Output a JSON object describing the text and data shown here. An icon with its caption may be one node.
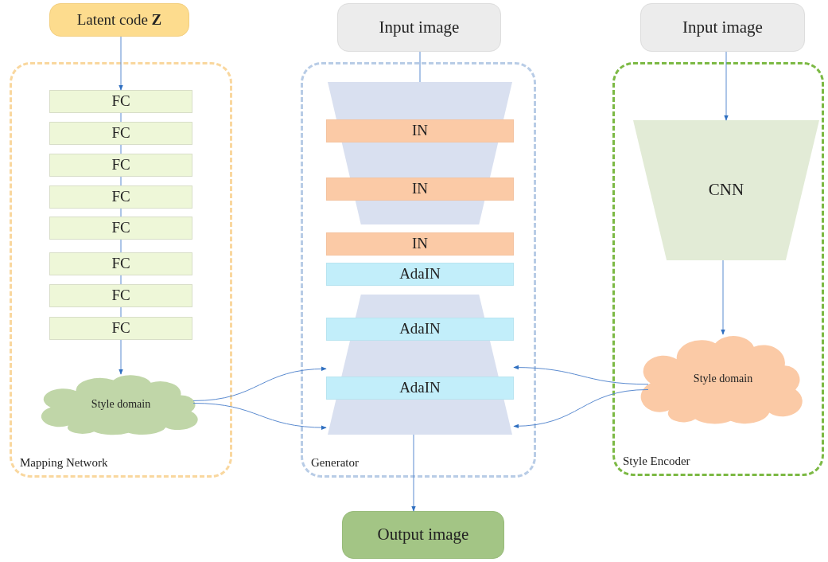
{
  "diagram": {
    "nodes": [
      {
        "text": [
          "Latent code **Z**"
        ]
      },
      {
        "text": [
          "Mapping Network"
        ]
      },
      {
        "text": [
          "FC"
        ],
        "in": 1
      },
      {
        "text": [
          "FC"
        ],
        "in": 1
      },
      {
        "text": [
          "FC"
        ],
        "in": 1
      },
      {
        "text": [
          "FC"
        ],
        "in": 1
      },
      {
        "text": [
          "FC"
        ],
        "in": 1
      },
      {
        "text": [
          "FC"
        ],
        "in": 1
      },
      {
        "text": [
          "FC"
        ],
        "in": 1
      },
      {
        "text": [
          "FC"
        ],
        "in": 1
      },
      {
        "text": [
          "Style domain"
        ],
        "in": 1
      },
      {
        "text": [
          "Input image"
        ]
      },
      {
        "text": [
          "Generator"
        ]
      },
      {
        "text": [],
        "shape": "trapezoid",
        "in": 12
      },
      {
        "text": [
          "IN"
        ],
        "in": 13
      },
      {
        "text": [
          "IN"
        ],
        "in": 13
      },
      {
        "text": [
          "IN"
        ],
        "in": 12
      },
      {
        "text": [
          "AdaIN"
        ],
        "in": 12
      },
      {
        "text": [],
        "shape": "trapezoid",
        "in": 12
      },
      {
        "text": [
          "AdaIN"
        ],
        "in": 18
      },
      {
        "text": [
          "AdaIN"
        ],
        "in": 18
      },
      {
        "text": [
          "Output image"
        ]
      },
      {
        "text": [
          "Input image"
        ]
      },
      {
        "text": [
          "Style Encoder"
        ]
      },
      {
        "text": [
          "CNN"
        ],
        "in": 23
      },
      {
        "text": [
          "Style domain"
        ],
        "in": 23
      }
    ],
    "edges": [
      {
        "from": 0,
        "to": 2,
        "arrow": "to"
      },
      {
        "from": 2,
        "to": 3,
        "arrow": "none"
      },
      {
        "from": 3,
        "to": 4,
        "arrow": "none"
      },
      {
        "from": 4,
        "to": 5,
        "arrow": "none"
      },
      {
        "from": 5,
        "to": 6,
        "arrow": "none"
      },
      {
        "from": 6,
        "to": 7,
        "arrow": "none"
      },
      {
        "from": 7,
        "to": 8,
        "arrow": "none"
      },
      {
        "from": 8,
        "to": 9,
        "arrow": "none"
      },
      {
        "from": 9,
        "to": 10,
        "arrow": "to"
      },
      {
        "from": 10,
        "to": 18,
        "arrow": "to"
      },
      {
        "from": 10,
        "to": 18,
        "arrow": "to"
      },
      {
        "from": 11,
        "to": 13,
        "arrow": "none"
      },
      {
        "from": 18,
        "to": 21,
        "arrow": "to"
      },
      {
        "from": 22,
        "to": 24,
        "arrow": "to"
      },
      {
        "from": 24,
        "to": 25,
        "arrow": "to"
      },
      {
        "from": 25,
        "to": 18,
        "arrow": "to"
      },
      {
        "from": 25,
        "to": 18,
        "arrow": "to"
      }
    ]
  }
}
